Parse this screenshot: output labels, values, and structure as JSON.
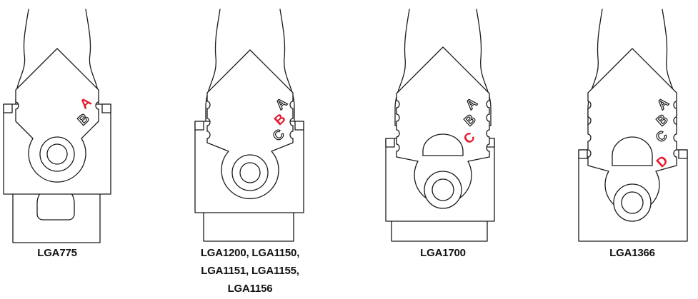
{
  "colors": {
    "outline": "#1a1a1a",
    "highlight": "#e31b2e",
    "background": "#ffffff"
  },
  "sockets": [
    {
      "id": "lga775",
      "label_lines": [
        "LGA775"
      ],
      "letters": [
        "A",
        "B"
      ],
      "active": "A"
    },
    {
      "id": "lga1200",
      "label_lines": [
        "LGA1200, LGA1150,",
        "LGA1151, LGA1155,",
        "LGA1156"
      ],
      "letters": [
        "A",
        "B",
        "C"
      ],
      "active": "B"
    },
    {
      "id": "lga1700",
      "label_lines": [
        "LGA1700"
      ],
      "letters": [
        "A",
        "B",
        "C"
      ],
      "active": "C"
    },
    {
      "id": "lga1366",
      "label_lines": [
        "LGA1366"
      ],
      "letters": [
        "A",
        "B",
        "C",
        "D"
      ],
      "active": "D"
    }
  ]
}
